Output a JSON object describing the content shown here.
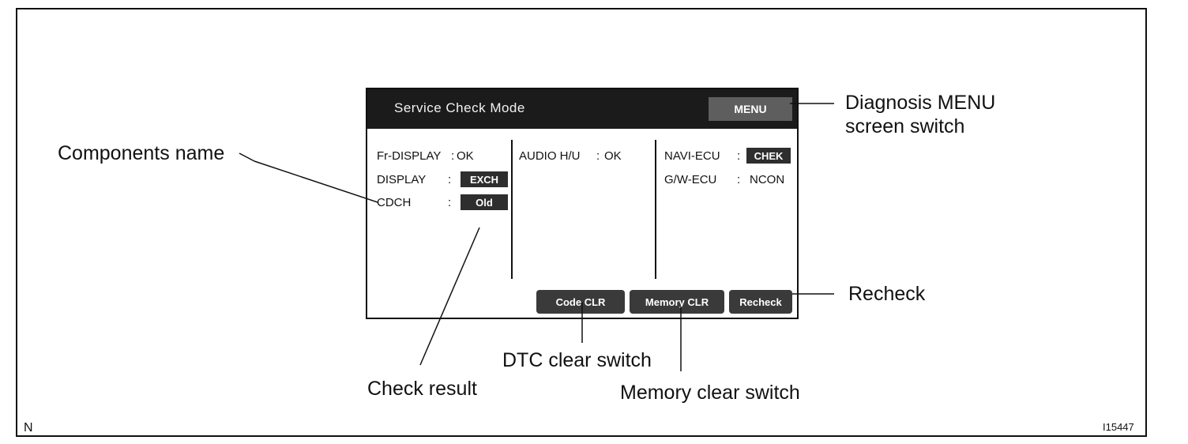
{
  "screen": {
    "title": "Service Check Mode",
    "menu_button": "MENU",
    "col1": [
      {
        "label": "Fr-DISPLAY",
        "sep": ":",
        "value": "OK"
      },
      {
        "label": "DISPLAY",
        "sep": ":",
        "value": "EXCH"
      },
      {
        "label": "CDCH",
        "sep": ":",
        "value": "Old"
      }
    ],
    "col2": [
      {
        "label": "AUDIO H/U",
        "sep": ":",
        "value": "OK"
      }
    ],
    "col3": [
      {
        "label": "NAVI-ECU",
        "sep": ":",
        "value": "CHEK"
      },
      {
        "label": "G/W-ECU",
        "sep": ":",
        "value": "NCON"
      }
    ],
    "buttons": {
      "code_clr": "Code CLR",
      "memory_clr": "Memory CLR",
      "recheck": "Recheck"
    }
  },
  "callouts": {
    "components_name": "Components name",
    "diagnosis_menu": [
      "Diagnosis MENU",
      "screen switch"
    ],
    "recheck": "Recheck",
    "dtc_clear": "DTC clear switch",
    "check_result": "Check result",
    "memory_clear": "Memory clear switch"
  },
  "corner": {
    "left": "N",
    "right": "I15447"
  }
}
